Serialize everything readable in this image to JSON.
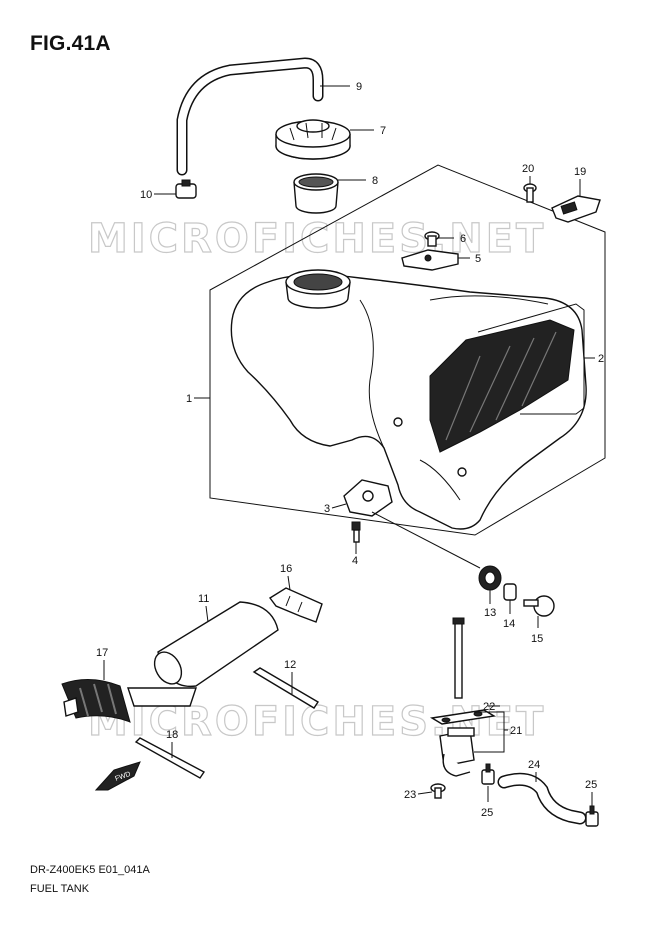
{
  "figure_title": "FIG.41A",
  "footer": {
    "model_code": "DR-Z400EK5 E01_041A",
    "section_name": "FUEL TANK"
  },
  "watermark": "MICROFICHES.NET",
  "callouts": {
    "c1": "1",
    "c2": "2",
    "c3": "3",
    "c4": "4",
    "c5": "5",
    "c6": "6",
    "c7": "7",
    "c8": "8",
    "c9": "9",
    "c10": "10",
    "c11": "11",
    "c12": "12",
    "c13": "13",
    "c14": "14",
    "c15": "15",
    "c16": "16",
    "c17": "17",
    "c18": "18",
    "c19": "19",
    "c20": "20",
    "c21": "21",
    "c22": "22",
    "c23": "23",
    "c24": "24",
    "c25a": "25",
    "c25b": "25"
  },
  "fwd_mark": "FWD"
}
